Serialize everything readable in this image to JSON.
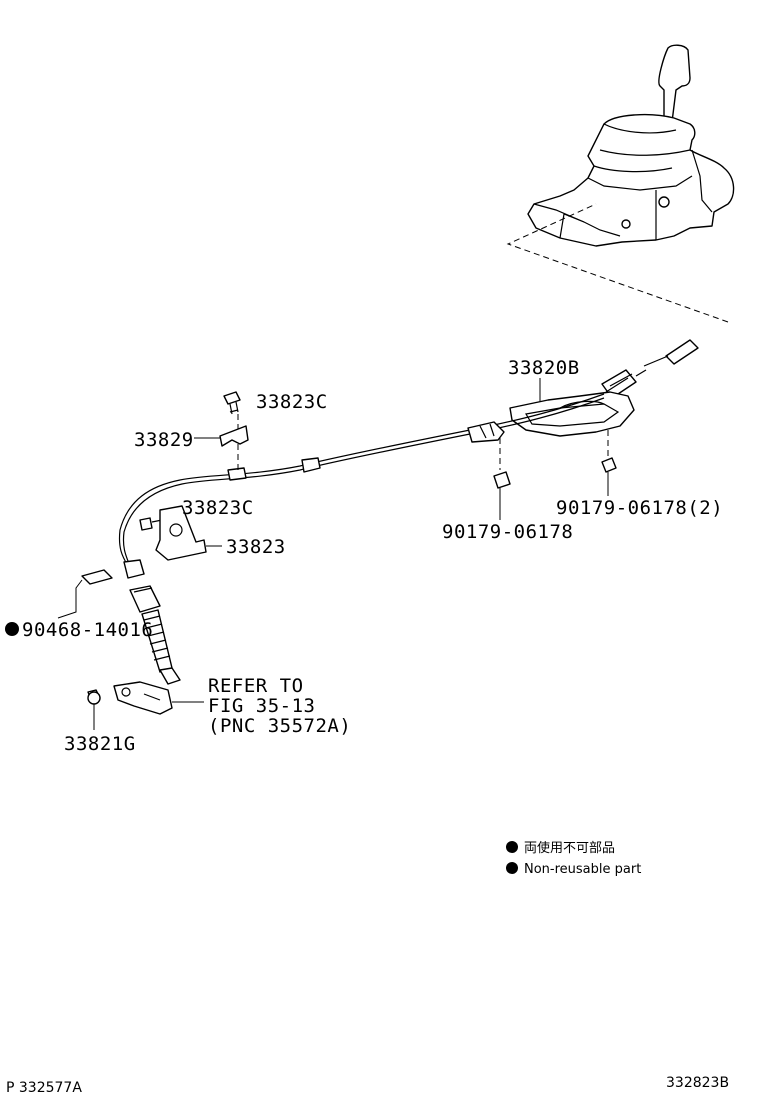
{
  "callouts": {
    "p33823c_top": "33823C",
    "p33829": "33829",
    "p33823c_mid": "33823C",
    "p33823": "33823",
    "p90468": "90468-14016",
    "p33821g": "33821G",
    "p33820b": "33820B",
    "p90179_a": "90179-06178",
    "p90179_b": "90179-06178(2)"
  },
  "refer": {
    "line1": "REFER TO",
    "line2": "FIG 35-13",
    "line3": "(PNC 35572A)"
  },
  "legend": {
    "jp": "両使用不可部品",
    "en": "Non-reusable part"
  },
  "footer": {
    "left_code": "P 332577A",
    "right_code": "332823B"
  }
}
